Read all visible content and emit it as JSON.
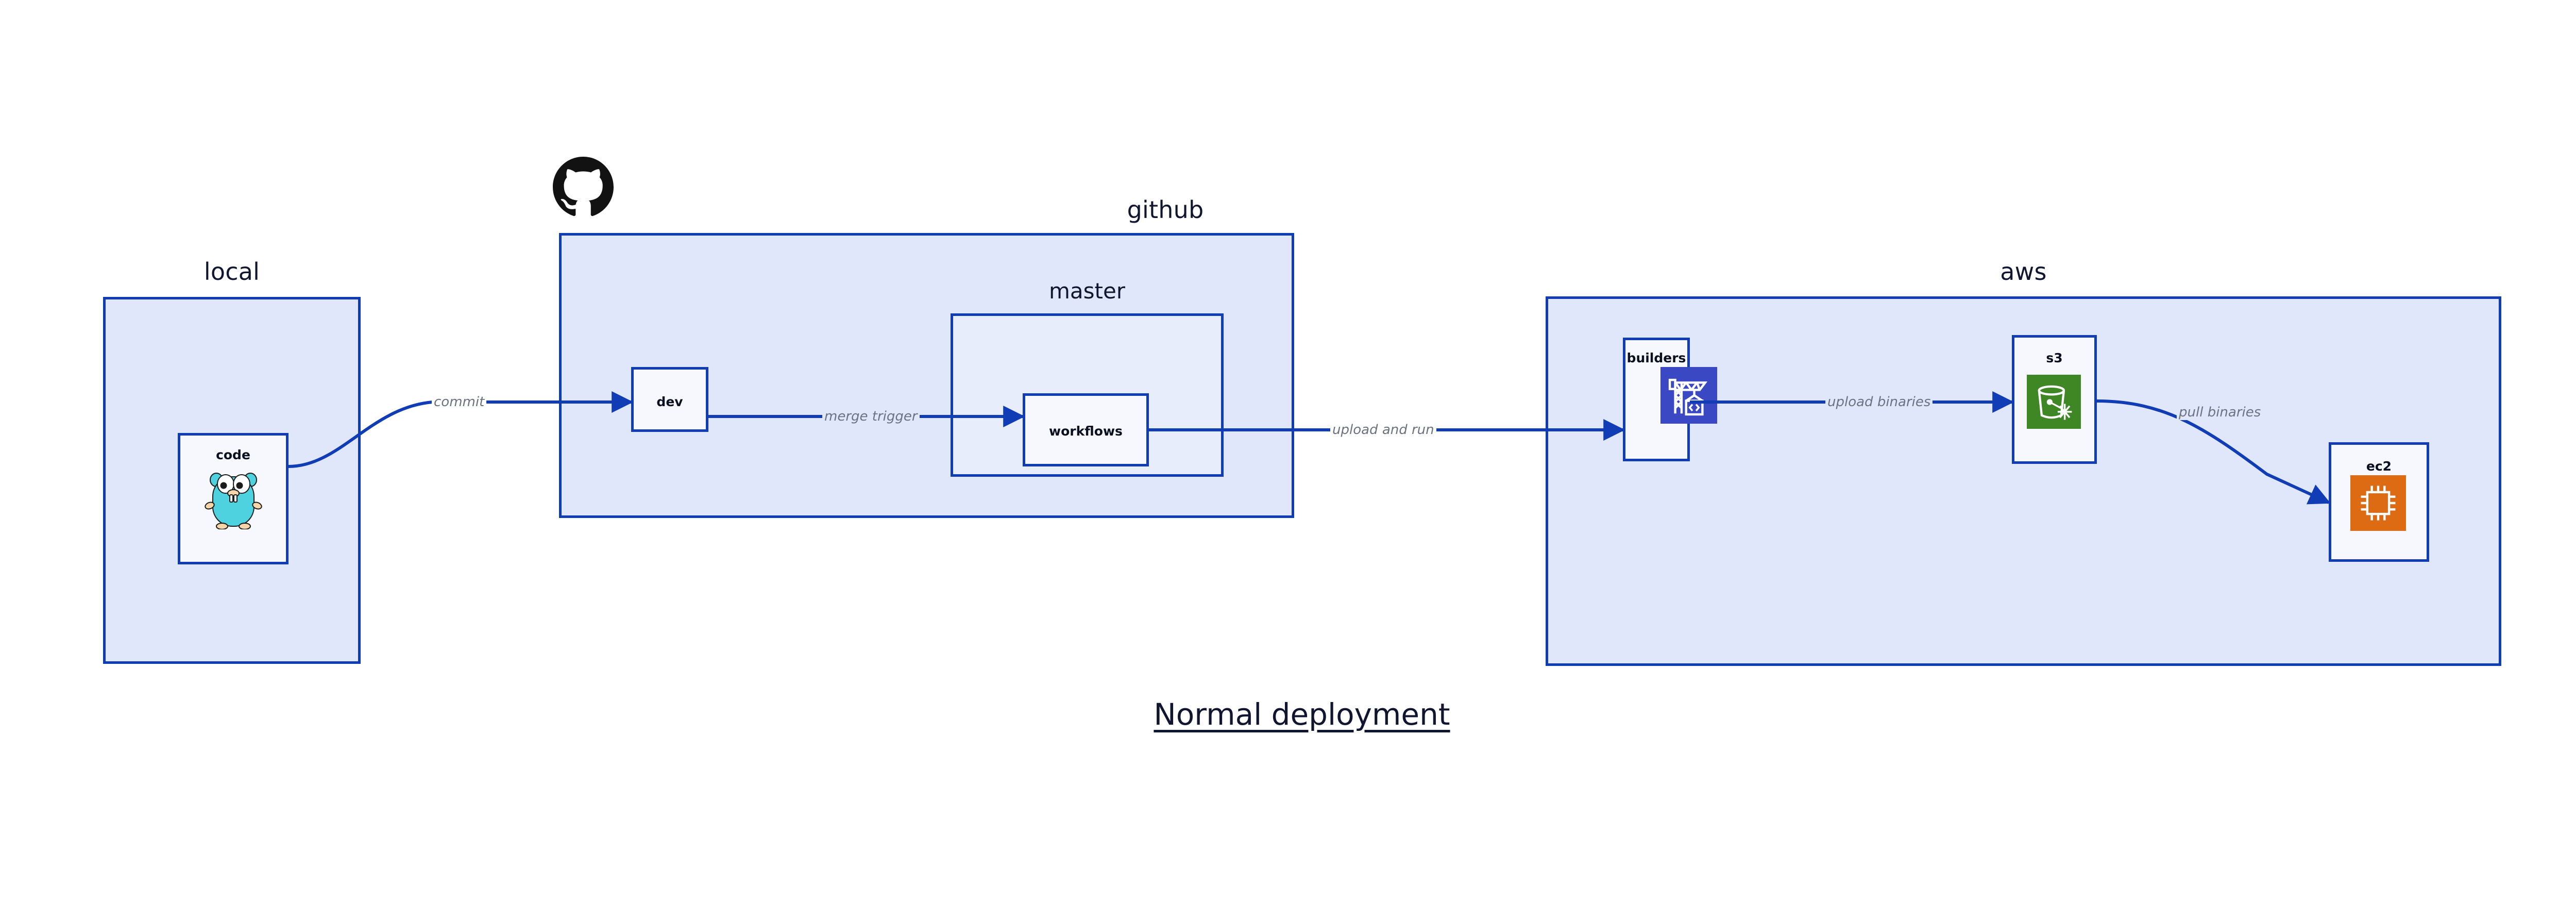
{
  "diagram": {
    "title": "Normal deployment",
    "colors": {
      "border": "#103cb5",
      "group_fill": "#e1e7fa",
      "sub_fill": "#e8edfb",
      "node_fill": "#eef2fc",
      "edge_label": "#6b7280",
      "text": "#10162f",
      "builders_icon_bg": "#3b48c4",
      "s3_icon_bg": "#3f8624",
      "ec2_icon_bg": "#dd6b14",
      "gopher_body": "#4fd2e0",
      "github_logo": "#121212"
    },
    "groups": [
      {
        "id": "local",
        "label": "local"
      },
      {
        "id": "github",
        "label": "github"
      },
      {
        "id": "aws",
        "label": "aws"
      }
    ],
    "subgroups": [
      {
        "id": "master",
        "label": "master",
        "parent": "github"
      }
    ],
    "nodes": [
      {
        "id": "code",
        "label": "code",
        "group": "local",
        "icon": "go-gopher-icon"
      },
      {
        "id": "dev",
        "label": "dev",
        "group": "github",
        "icon": ""
      },
      {
        "id": "workflows",
        "label": "workflows",
        "group": "master",
        "icon": ""
      },
      {
        "id": "builders",
        "label": "builders",
        "group": "aws",
        "icon": "aws-builder-crane-icon"
      },
      {
        "id": "s3",
        "label": "s3",
        "group": "aws",
        "icon": "aws-s3-bucket-icon"
      },
      {
        "id": "ec2",
        "label": "ec2",
        "group": "aws",
        "icon": "aws-ec2-chip-icon"
      }
    ],
    "edges": [
      {
        "id": "commit",
        "from": "code",
        "to": "dev",
        "label": "commit"
      },
      {
        "id": "merge-trigger",
        "from": "dev",
        "to": "workflows",
        "label": "merge trigger"
      },
      {
        "id": "upload-and-run",
        "from": "workflows",
        "to": "builders",
        "label": "upload and run"
      },
      {
        "id": "upload-binaries",
        "from": "builders",
        "to": "s3",
        "label": "upload binaries"
      },
      {
        "id": "pull-binaries",
        "from": "s3",
        "to": "ec2",
        "label": "pull binaries"
      }
    ],
    "logos": [
      {
        "id": "github-logo",
        "name": "github-octocat-icon"
      }
    ]
  }
}
